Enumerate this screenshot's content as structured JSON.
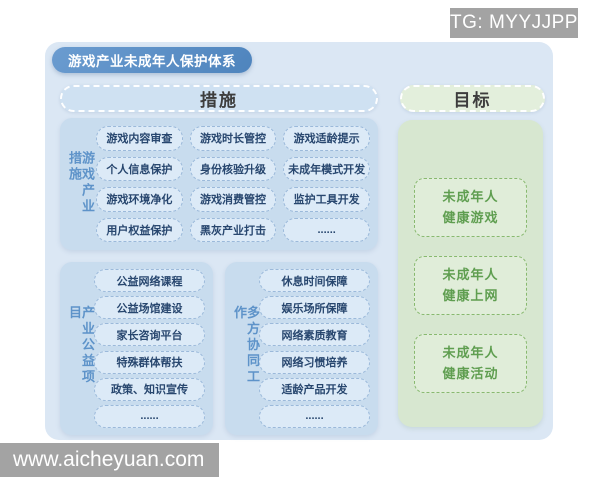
{
  "watermarks": {
    "top_right": "TG: MYYJJPP",
    "bottom_left": "www.aicheyuan.com"
  },
  "title": "游戏产业未成年人保护体系",
  "headers": {
    "measures": "措施",
    "goals": "目标"
  },
  "measures_section": {
    "vertical_label": "游戏产业措施",
    "pills": [
      "游戏内容审查",
      "游戏时长管控",
      "游戏适龄提示",
      "个人信息保护",
      "身份核验升级",
      "未成年模式开发",
      "游戏环境净化",
      "游戏消费管控",
      "监护工具开发",
      "用户权益保护",
      "黑灰产业打击",
      "......"
    ]
  },
  "charity_section": {
    "vertical_label": "产业公益项目",
    "pills": [
      "公益网络课程",
      "公益场馆建设",
      "家长咨询平台",
      "特殊群体帮扶",
      "政策、知识宣传",
      "......"
    ]
  },
  "collaboration_section": {
    "vertical_label": "多方协同工作",
    "pills": [
      "休息时间保障",
      "娱乐场所保障",
      "网络素质教育",
      "网络习惯培养",
      "适龄产品开发",
      "......"
    ]
  },
  "goals_section": {
    "cards": [
      {
        "line1": "未成年人",
        "line2": "健康游戏"
      },
      {
        "line1": "未成年人",
        "line2": "健康上网"
      },
      {
        "line1": "未成年人",
        "line2": "健康活动"
      }
    ]
  },
  "colors": {
    "panel_bg": "#dbe7f4",
    "section_box_bg": "#c8dcee",
    "pill_bg": "#dceaf7",
    "pill_border": "#9bb9da",
    "pill_text": "#28476f",
    "vertical_label_text": "#5e93c9",
    "title_badge_bg": "#5589c2",
    "measures_capsule_bg": "#cfe1f2",
    "goals_capsule_bg": "#e3efdc",
    "goals_box_bg": "#d7e7d0",
    "goal_card_bg": "#e0edd9",
    "goal_card_border": "#88b96f",
    "goal_text": "#5f9e50",
    "watermark_bg": "#a3a3a3"
  }
}
